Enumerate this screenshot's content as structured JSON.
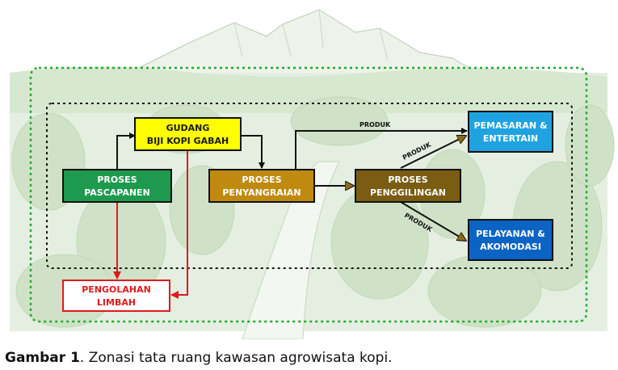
{
  "nodes": {
    "gudang": {
      "line1": "GUDANG",
      "line2": "BIJI KOPI GABAH",
      "fill": "#ffff00",
      "text_color": "#1a1a1a"
    },
    "pascapanen": {
      "line1": "PROSES",
      "line2": "PASCAPANEN",
      "fill": "#1e9a4f",
      "text_color": "#ffffff"
    },
    "penyangraian": {
      "line1": "PROSES",
      "line2": "PENYANGRAIAN",
      "fill": "#c08a10",
      "text_color": "#ffffff"
    },
    "penggilingan": {
      "line1": "PROSES",
      "line2": "PENGGILINGAN",
      "fill": "#7a5c12",
      "text_color": "#ffffff"
    },
    "pemasaran": {
      "line1": "PEMASARAN &",
      "line2": "ENTERTAIN",
      "fill": "#1fa3e0",
      "text_color": "#ffffff"
    },
    "pelayanan": {
      "line1": "PELAYANAN &",
      "line2": "AKOMODASI",
      "fill": "#0b63c4",
      "text_color": "#ffffff"
    },
    "limbah": {
      "line1": "PENGOLAHAN",
      "line2": "LIMBAH",
      "fill": "#ffffff",
      "text_color": "#e0191c",
      "border": "#e0191c"
    }
  },
  "arrow_labels": {
    "produk_top": "PRODUK",
    "produk_up": "PRODUK",
    "produk_down": "PRODUK"
  },
  "colors": {
    "green_zone": "#1faa2a",
    "black_zone": "#111111",
    "waste_flow": "#e0191c",
    "arrowhead": "#8c6a14"
  },
  "caption": {
    "bold": "Gambar 1",
    "text": ". Zonasi tata ruang kawasan agrowisata kopi."
  }
}
